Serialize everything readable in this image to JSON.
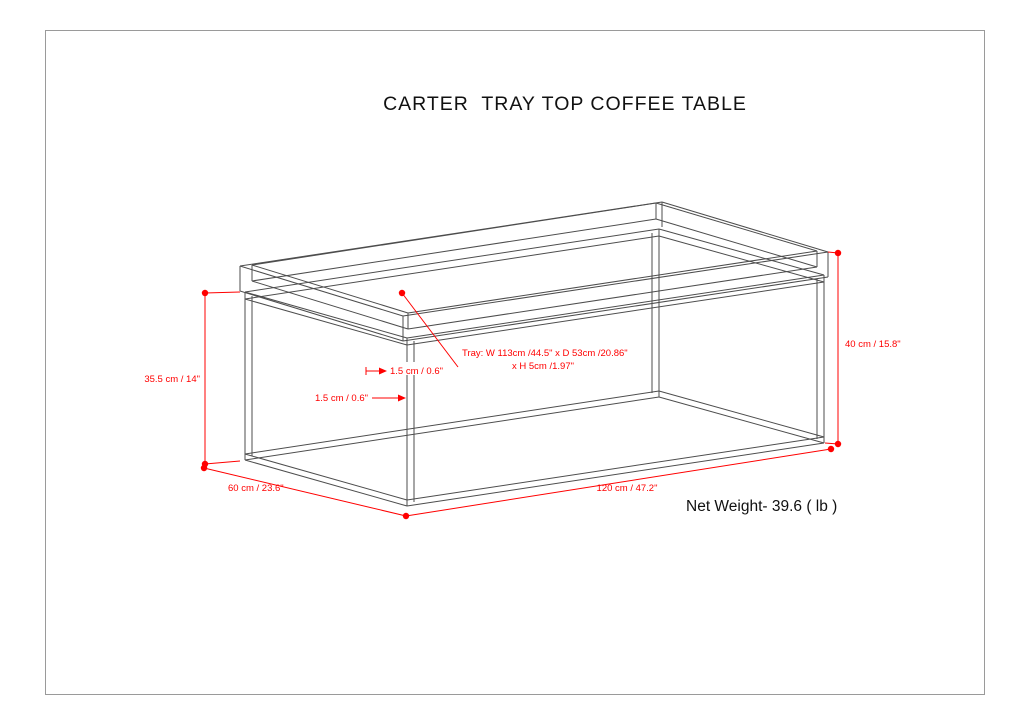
{
  "title": "CARTER  TRAY TOP COFFEE TABLE",
  "net_weight": "Net Weight- 39.6 ( lb )",
  "dimensions": {
    "frame_height": "35.5 cm / 14\"",
    "total_height": "40 cm / 15.8\"",
    "depth": "60 cm / 23.6\"",
    "width": "120 cm / 47.2\"",
    "tube_thickness_a": "1.5 cm / 0.6\"",
    "tube_thickness_b": "1.5 cm / 0.6\"",
    "tray_spec_line1": "Tray: W 113cm /44.5\" x D 53cm /20.86\"",
    "tray_spec_line2": "x H 5cm /1.97\""
  },
  "colors": {
    "dimension_red": "#ff0000",
    "outline_gray": "#4d4d4d"
  }
}
